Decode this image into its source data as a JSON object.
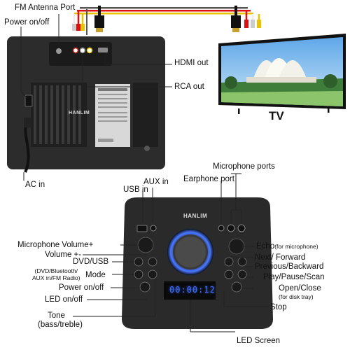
{
  "back_panel": {
    "labels": {
      "fm_antenna": "FM Antenna Port",
      "power": "Power on/off",
      "hdmi_out": "HDMI out",
      "rca_out": "RCA out",
      "ac_in": "AC in"
    },
    "brand": "HANLIM"
  },
  "tv": {
    "label": "TV"
  },
  "front_panel": {
    "brand": "HANLIM",
    "led_display": "00:00:12",
    "labels": {
      "microphone_ports": "Microphone ports",
      "aux_in": "AUX in",
      "usb_in": "USB in",
      "earphone_port": "Earphone port",
      "mic_volume": "Microphone Volume+",
      "volume": "Volume +-",
      "dvd_usb": "DVD/USB",
      "mode": "Mode",
      "mode_detail": "(DVD/Bluetooth/\nAUX in/FM Radio)",
      "power": "Power on/off",
      "led": "LED on/off",
      "tone": "Tone",
      "tone_detail": "(bass/treble)",
      "echo": "Echo",
      "echo_detail": "(for microphone)",
      "next": "Next/ Forward",
      "previous": "Previous/Backward",
      "play": "Play/Pause/Scan",
      "open_close": "Open/Close",
      "open_close_detail": "(for disk tray)",
      "stop": "Stop",
      "led_screen": "LED Screen"
    }
  },
  "colors": {
    "speaker_body": "#2a2a2a",
    "led_blue": "#3d6dff",
    "cable_red": "#d11",
    "cable_yellow": "#e8c400",
    "cable_white": "#eee"
  }
}
